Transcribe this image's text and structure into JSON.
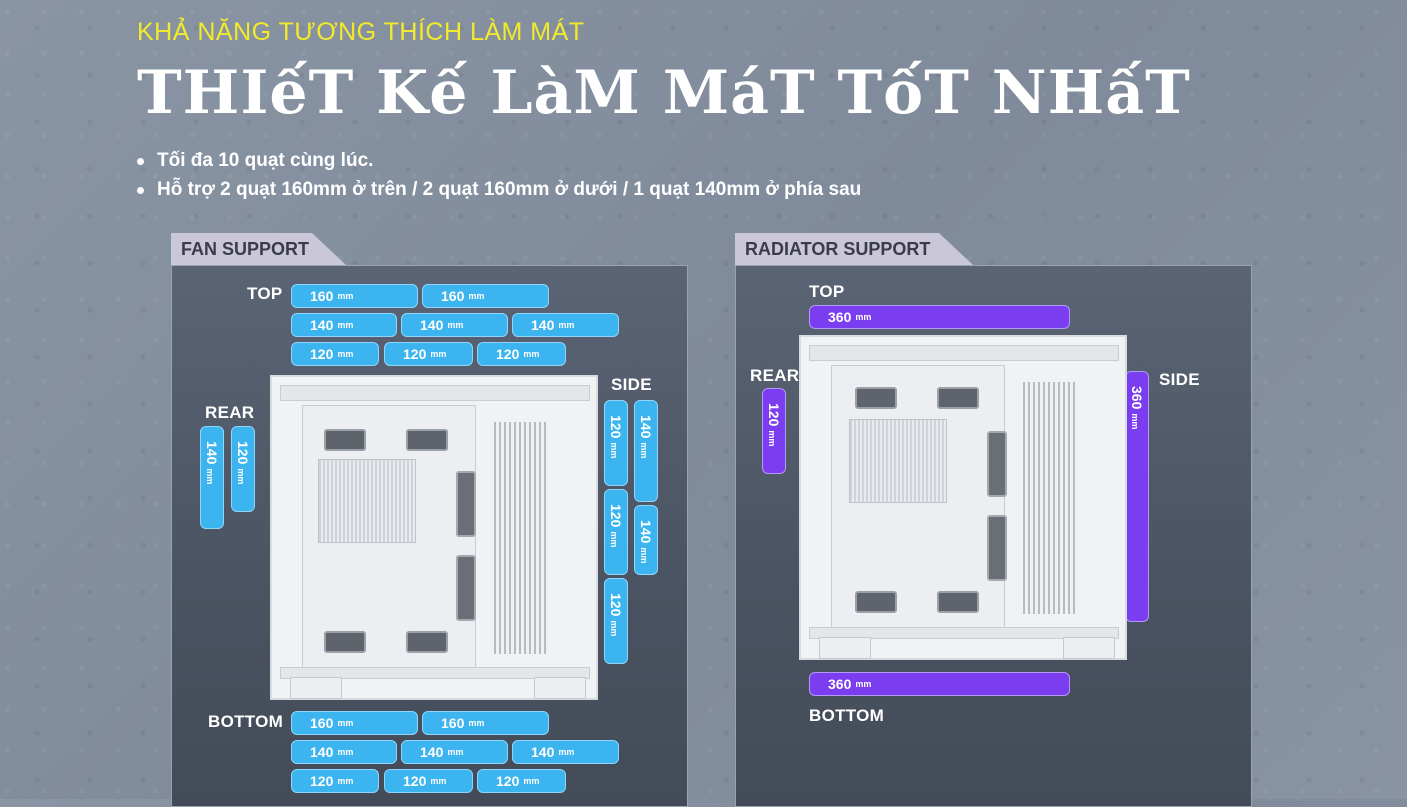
{
  "header": {
    "subtitle": "KHẢ NĂNG TƯƠNG THÍCH LÀM MÁT",
    "title": "THIếT Kế LàM MáT TốT NHấT",
    "bullets": [
      "Tối đa 10 quạt cùng lúc.",
      "Hỗ trợ 2 quạt 160mm ở trên / 2 quạt 160mm ở dưới / 1 quạt 140mm ở phía sau"
    ]
  },
  "fan_support": {
    "tab": "FAN SUPPORT",
    "unit": "mm",
    "top_label": "TOP",
    "rear_label": "REAR",
    "side_label": "SIDE",
    "bottom_label": "BOTTOM",
    "top": [
      [
        "160",
        "160"
      ],
      [
        "140",
        "140",
        "140"
      ],
      [
        "120",
        "120",
        "120"
      ]
    ],
    "rear": [
      "140",
      "120"
    ],
    "side": [
      [
        "120",
        "140"
      ],
      [
        "120",
        "140"
      ],
      [
        "120"
      ]
    ],
    "bottom": [
      [
        "160",
        "160"
      ],
      [
        "140",
        "140",
        "140"
      ],
      [
        "120",
        "120",
        "120"
      ]
    ],
    "color": "#3bb4f0"
  },
  "radiator_support": {
    "tab": "RADIATOR SUPPORT",
    "unit": "mm",
    "top_label": "TOP",
    "rear_label": "REAR",
    "side_label": "SIDE",
    "bottom_label": "BOTTOM",
    "top": "360",
    "rear": "120",
    "side": "360",
    "bottom": "360",
    "color": "#7b3df0"
  }
}
